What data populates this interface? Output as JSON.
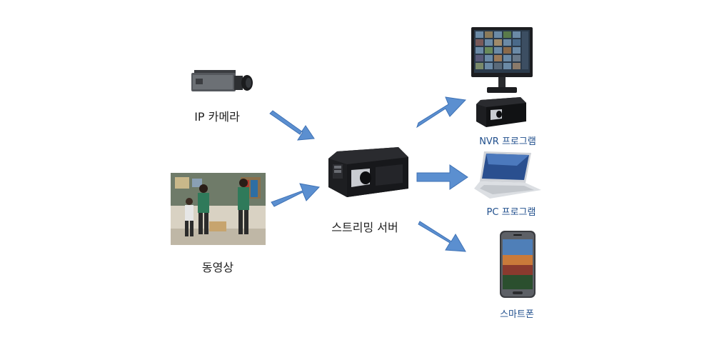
{
  "nodes": {
    "ip_camera": {
      "label": "IP 카메라"
    },
    "video": {
      "label": "동영상"
    },
    "streaming_server": {
      "label": "스트리밍 서버"
    },
    "nvr": {
      "label": "NVR 프로그램"
    },
    "pc": {
      "label": "PC 프로그램"
    },
    "smartphone": {
      "label": "스마트폰"
    }
  },
  "colors": {
    "arrow_fill": "#5b8fd0",
    "arrow_stroke": "#3f72b5",
    "label_dark": "#222222",
    "label_blue": "#1f4e8c"
  }
}
